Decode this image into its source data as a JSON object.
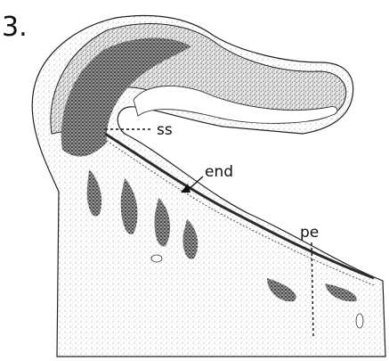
{
  "figure": {
    "number": "3.",
    "labels": {
      "ss": "ss",
      "end": "end",
      "pe": "pe"
    }
  },
  "colors": {
    "ink": "#111111",
    "paper": "#ffffff",
    "dark_stipple": "#3a3a3a",
    "mid_stipple": "#8a8a8a",
    "light_stipple": "#cfcfcf"
  }
}
